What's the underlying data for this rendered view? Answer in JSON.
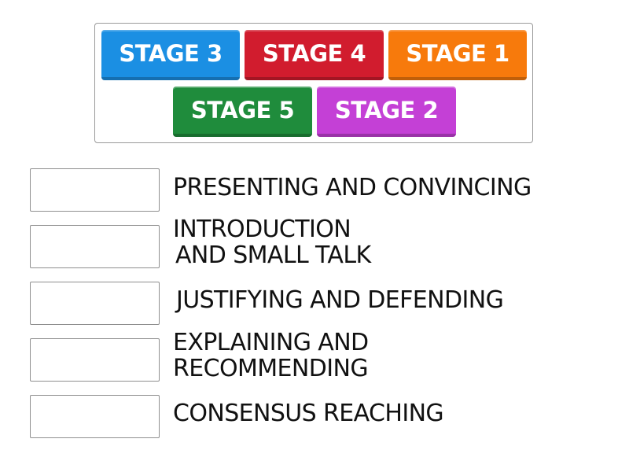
{
  "tiles": [
    {
      "label": "STAGE 3",
      "color": "#1b8fe3"
    },
    {
      "label": "STAGE 4",
      "color": "#d11c2e"
    },
    {
      "label": "STAGE 1",
      "color": "#f77a0c"
    },
    {
      "label": "STAGE 5",
      "color": "#1f8c3c"
    },
    {
      "label": "STAGE 2",
      "color": "#c440d6"
    }
  ],
  "targets": [
    {
      "line1": "PRESENTING AND CONVINCING",
      "line2": ""
    },
    {
      "line1": "INTRODUCTION",
      "line2": "AND SMALL TALK"
    },
    {
      "line1": "JUSTIFYING AND DEFENDING",
      "line2": ""
    },
    {
      "line1": "EXPLAINING AND",
      "line2": "RECOMMENDING"
    },
    {
      "line1": "CONSENSUS REACHING",
      "line2": ""
    }
  ]
}
